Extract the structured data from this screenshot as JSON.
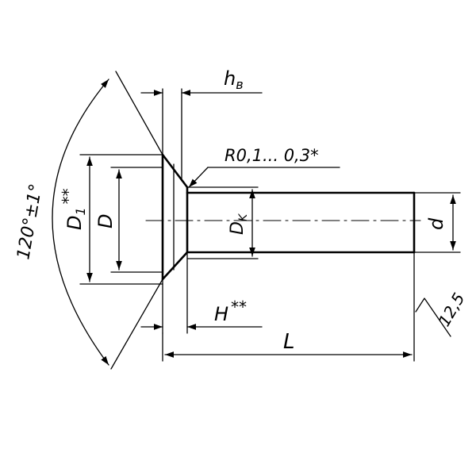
{
  "labels": {
    "hb": "h",
    "hb_sub": "в",
    "radius_note": "R0,1... 0,3*",
    "angle": "120°±1°",
    "d1": "D",
    "d1_sub": "1",
    "d1_mark": "**",
    "d_head": "D",
    "d_neck": "D",
    "d_neck_sub": "K",
    "d_shank": "d",
    "head_height": "H",
    "head_height_mark": "**",
    "length": "L",
    "roughness": "12,5"
  }
}
